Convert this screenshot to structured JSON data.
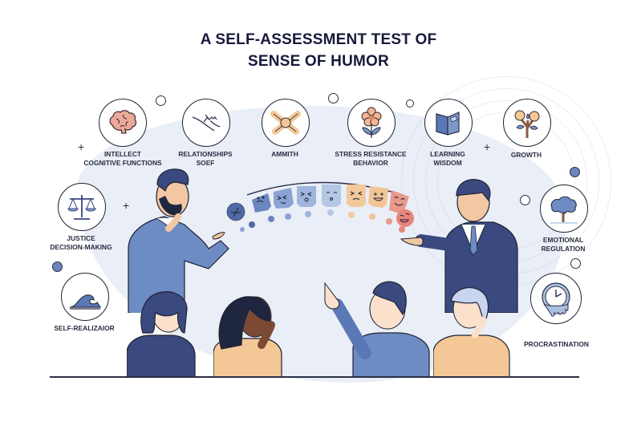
{
  "title": {
    "line1": "A SELF-ASSESSMENT TEST OF",
    "line2": "SENSE OF HUMOR"
  },
  "colors": {
    "title": "#16193a",
    "background_blob": "#e9eef7",
    "navy": "#3a4a80",
    "blue": "#6e8cc4",
    "light_blue": "#a9bfe0",
    "peach": "#f4c896",
    "salmon": "#e88a7a",
    "outline": "#1f2233"
  },
  "traits": [
    {
      "id": "intellect",
      "icon": "brain-icon",
      "line1": "INTELLECT",
      "line2": "COGNITIVE FUNCTIONS"
    },
    {
      "id": "relationships",
      "icon": "helping-hands-icon",
      "line1": "RELATIONSHIPS",
      "line2": "SOEF"
    },
    {
      "id": "ammith",
      "icon": "stacked-hands-icon",
      "line1": "AMMITH",
      "line2": ""
    },
    {
      "id": "stress",
      "icon": "flower-icon",
      "line1": "STRESS RESISTANCE",
      "line2": "BEHAVIOR"
    },
    {
      "id": "learning",
      "icon": "book-icon",
      "line1": "LEARNING",
      "line2": "WISDOM"
    },
    {
      "id": "growth",
      "icon": "blossom-tree-icon",
      "line1": "GROWTH",
      "line2": ""
    },
    {
      "id": "justice",
      "icon": "scales-icon",
      "line1": "JUSTICE",
      "line2": "DECISION-MAKING"
    },
    {
      "id": "self",
      "icon": "wave-icon",
      "line1": "SELF-REALIZAIOR",
      "line2": ""
    },
    {
      "id": "emotional",
      "icon": "tree-icon",
      "line1": "EMOTIONAL",
      "line2": "REGULATION"
    },
    {
      "id": "procrastination",
      "icon": "melting-clock-icon",
      "line1": "PROCRASTINATION",
      "line2": ""
    }
  ],
  "humor_scale": {
    "levels": [
      {
        "face": "crossed",
        "color": "#4f6aa6"
      },
      {
        "face": "worried",
        "color": "#6a86bf"
      },
      {
        "face": "squint-open",
        "color": "#8aa3d2"
      },
      {
        "face": "squint-shout",
        "color": "#9fb5dc"
      },
      {
        "face": "blushing",
        "color": "#b4c8e6"
      },
      {
        "face": "grimace",
        "color": "#f3c99c"
      },
      {
        "face": "grin",
        "color": "#f3c494"
      },
      {
        "face": "smiling",
        "color": "#e8998a"
      },
      {
        "face": "laughing",
        "color": "#e8857a"
      }
    ]
  },
  "people": [
    {
      "id": "bearded-man",
      "role": "presenter-left"
    },
    {
      "id": "man-with-tie",
      "role": "presenter-right"
    },
    {
      "id": "woman-short-hair",
      "role": "audience"
    },
    {
      "id": "laughing-woman",
      "role": "audience"
    },
    {
      "id": "pointing-man",
      "role": "audience"
    },
    {
      "id": "older-woman",
      "role": "audience"
    }
  ]
}
